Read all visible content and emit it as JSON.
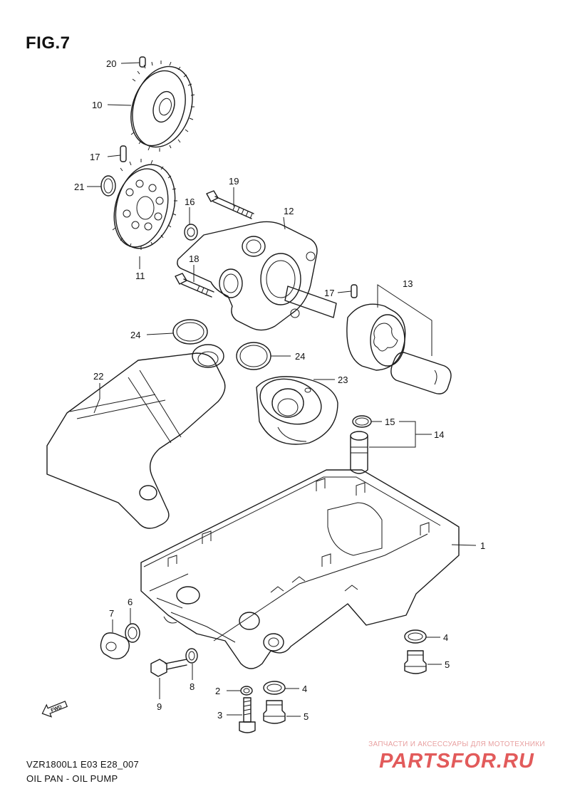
{
  "figure": {
    "title": "FIG.7"
  },
  "callouts": [
    {
      "id": "c20",
      "text": "20"
    },
    {
      "id": "c10",
      "text": "10"
    },
    {
      "id": "c17a",
      "text": "17"
    },
    {
      "id": "c21",
      "text": "21"
    },
    {
      "id": "c19",
      "text": "19"
    },
    {
      "id": "c16",
      "text": "16"
    },
    {
      "id": "c12",
      "text": "12"
    },
    {
      "id": "c18",
      "text": "18"
    },
    {
      "id": "c11",
      "text": "11"
    },
    {
      "id": "c17b",
      "text": "17"
    },
    {
      "id": "c13",
      "text": "13"
    },
    {
      "id": "c24a",
      "text": "24"
    },
    {
      "id": "c24b",
      "text": "24"
    },
    {
      "id": "c22",
      "text": "22"
    },
    {
      "id": "c23",
      "text": "23"
    },
    {
      "id": "c15",
      "text": "15"
    },
    {
      "id": "c14",
      "text": "14"
    },
    {
      "id": "c1",
      "text": "1"
    },
    {
      "id": "c6",
      "text": "6"
    },
    {
      "id": "c7",
      "text": "7"
    },
    {
      "id": "c4a",
      "text": "4"
    },
    {
      "id": "c5a",
      "text": "5"
    },
    {
      "id": "c8",
      "text": "8"
    },
    {
      "id": "c2",
      "text": "2"
    },
    {
      "id": "c4b",
      "text": "4"
    },
    {
      "id": "c9",
      "text": "9"
    },
    {
      "id": "c3",
      "text": "3"
    },
    {
      "id": "c5b",
      "text": "5"
    }
  ],
  "direction_marker": "FWD",
  "footer": {
    "model_code": "VZR1800L1 E03 E28_007",
    "title": "OIL PAN - OIL PUMP"
  },
  "watermark": {
    "tagline": "ЗАПЧАСТИ И АКСЕССУАРЫ ДЛЯ МОТОТЕХНИКИ",
    "brand": "PARTSFOR.RU"
  },
  "colors": {
    "line": "#1a1a1a",
    "watermark_red": "#e25b5b",
    "watermark_pink": "#e8a0a0"
  }
}
